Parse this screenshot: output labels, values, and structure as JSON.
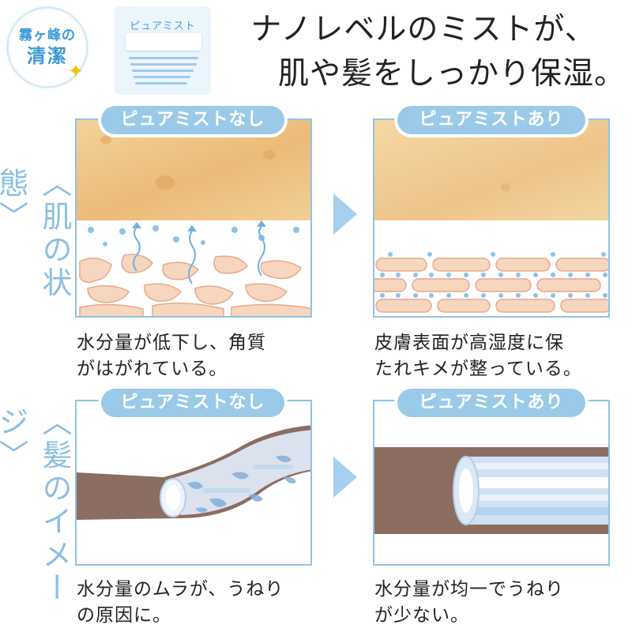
{
  "badge": {
    "line1": "霧ヶ峰の",
    "line2": "清潔",
    "sparkle_icon": "sparkle-icon"
  },
  "thumbnail": {
    "label": "ピュアミスト"
  },
  "headline": {
    "line1": "ナノレベルのミストが、",
    "line2": "肌や髪をしっかり保湿。"
  },
  "sections": {
    "skin": {
      "label": "〈肌の状態〉",
      "before": {
        "tag": "ピュアミストなし",
        "caption_line1": "水分量が低下し、角質",
        "caption_line2": "がはがれている。"
      },
      "after": {
        "tag": "ピュアミストあり",
        "caption_line1": "皮膚表面が高湿度に保",
        "caption_line2": "たれキメが整っている。"
      }
    },
    "hair": {
      "label": "〈髪のイメージ〉",
      "before": {
        "tag": "ピュアミストなし",
        "caption_line1": "水分量のムラが、うねり",
        "caption_line2": "の原因に。"
      },
      "after": {
        "tag": "ピュアミストあり",
        "caption_line1": "水分量が均一でうねり",
        "caption_line2": "が少ない。"
      }
    }
  },
  "colors": {
    "accent_blue": "#8fc3e6",
    "tag_blue": "#9bcae9",
    "skin": "#ebbb78",
    "skin_cell": "#f7d6bf",
    "hair": "#8c6d62",
    "sparkle": "#f2c200"
  }
}
